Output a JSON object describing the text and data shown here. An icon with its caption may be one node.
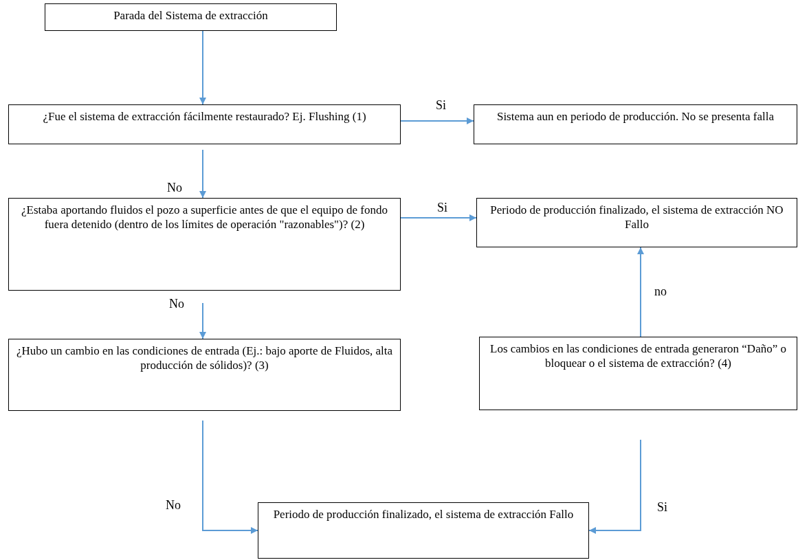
{
  "diagram": {
    "nodes": [
      {
        "text": [
          "Parada del Sistema de extracción"
        ]
      },
      {
        "text": [
          "¿Fue el sistema de extracción fácilmente restaurado? Ej. Flushing (1)"
        ]
      },
      {
        "text": [
          "Sistema aun en periodo de producción. No se presenta falla"
        ]
      },
      {
        "text": [
          "¿Estaba aportando fluidos el pozo a superficie antes de que el equipo de fondo fuera detenido (dentro de los límites de operación \"razonables\")? (2)"
        ]
      },
      {
        "text": [
          "Periodo de producción finalizado, el sistema de extracción NO Fallo"
        ]
      },
      {
        "text": [
          "¿Hubo un cambio en las condiciones de entrada (Ej.: bajo aporte de Fluidos, alta producción de sólidos)? (3)"
        ]
      },
      {
        "text": [
          "Los cambios en las condiciones de entrada generaron “Daño” o bloquear o el sistema de extracción? (4)"
        ]
      },
      {
        "text": [
          "Periodo de producción finalizado, el sistema de extracción Fallo"
        ]
      }
    ],
    "edges": [
      {
        "from": 0,
        "to": 1,
        "arrow": "to"
      },
      {
        "from": 1,
        "to": 2,
        "arrow": "to",
        "label": "Si"
      },
      {
        "from": 1,
        "to": 3,
        "arrow": "to",
        "label": "No"
      },
      {
        "from": 3,
        "to": 4,
        "arrow": "to",
        "label": "Si"
      },
      {
        "from": 3,
        "to": 5,
        "arrow": "to",
        "label": "No"
      },
      {
        "from": 6,
        "to": 4,
        "arrow": "to",
        "label": "no"
      },
      {
        "from": 5,
        "to": 7,
        "arrow": "to",
        "label": "No"
      },
      {
        "from": 6,
        "to": 7,
        "arrow": "to",
        "label": "Si"
      }
    ]
  }
}
